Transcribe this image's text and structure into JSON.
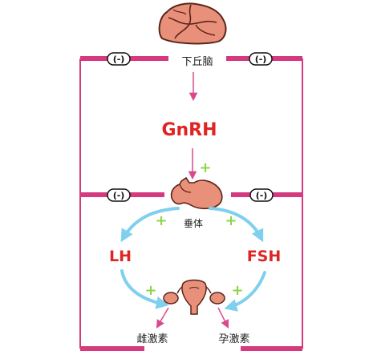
{
  "colors": {
    "feedback_line": "#d63a7e",
    "hormone_red": "#e02424",
    "plus_green": "#8bd64a",
    "loop_blue": "#7fd0ee",
    "arrow_pink": "#d94a8c",
    "organ_fill": "#e8907a",
    "organ_stroke": "#5a2418"
  },
  "icons": {
    "brain": "brain-icon",
    "pituitary": "pituitary-gland-icon",
    "ovaries": "uterus-ovaries-icon"
  },
  "labels": {
    "hypothalamus": "下丘脑",
    "gnrh": "GnRH",
    "pituitary": "垂体",
    "lh": "LH",
    "fsh": "FSH",
    "estrogen": "雌激素",
    "progesterone": "孕激素"
  },
  "signs": {
    "minus": "(-)",
    "plus": "+"
  }
}
